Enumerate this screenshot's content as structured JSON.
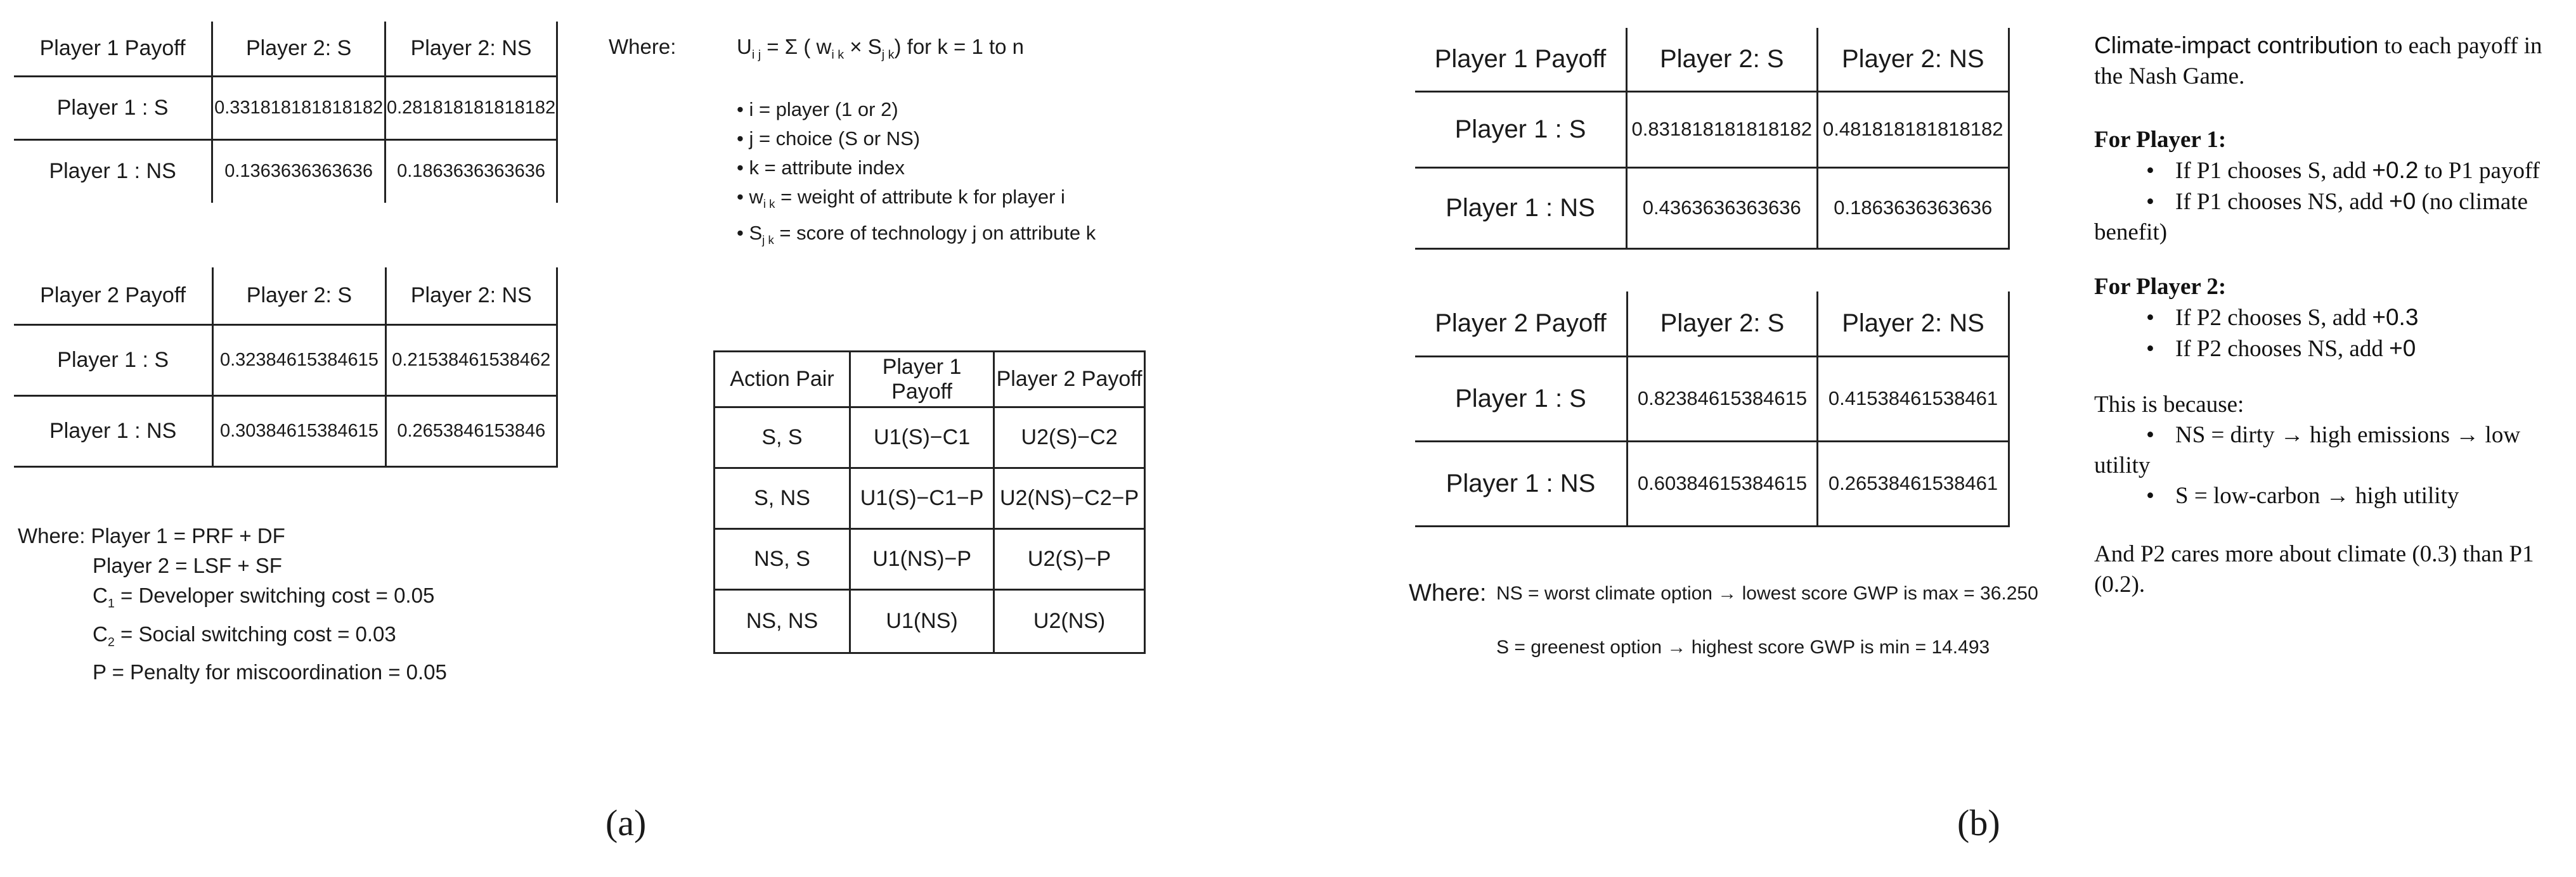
{
  "panel_a": {
    "table1": {
      "headers": [
        "Player 1 Payoff",
        "Player 2: S",
        "Player 2: NS"
      ],
      "rows": [
        [
          "Player 1 : S",
          "0.331818181818182",
          "0.281818181818182"
        ],
        [
          "Player 1 : NS",
          "0.1363636363636",
          "0.1863636363636"
        ]
      ]
    },
    "table2": {
      "headers": [
        "Player 2 Payoff",
        "Player 2: S",
        "Player 2: NS"
      ],
      "rows": [
        [
          "Player 1 : S",
          "0.32384615384615",
          "0.21538461538462"
        ],
        [
          "Player 1 : NS",
          "0.30384615384615",
          "0.2653846153846"
        ]
      ]
    },
    "where_defs": {
      "line1": "Where: Player 1 =  PRF + DF",
      "line2": "Player 2 =  LSF + SF",
      "c1_sym": "C",
      "c1_sub": "1",
      "c1_text": " = Developer switching cost = 0.05",
      "c2_sym": "C",
      "c2_sub": "2",
      "c2_text": " = Social switching cost = 0.03",
      "p_text": "P = Penalty for miscoordination = 0.05"
    },
    "formula": {
      "where": "Where:",
      "u": "U",
      "u_sub": "i j",
      "rest1": " = Σ ( w",
      "w_sub": "i k",
      "rest2": " × S",
      "s_sub": "j k",
      "rest3": ") for k = 1 to n",
      "bullets": [
        "• i = player (1 or 2)",
        "• j = choice (S or NS)",
        "• k = attribute index",
        "• w",
        "• S"
      ],
      "bullet4_sub": "i k",
      "bullet4_rest": " = weight of attribute k for player i",
      "bullet5_sub": "j k",
      "bullet5_rest": " = score of technology j on attribute k"
    },
    "table3": {
      "headers": [
        "Action Pair",
        "Player 1 Payoff",
        "Player 2 Payoff"
      ],
      "rows": [
        [
          "S, S",
          "U1(S)−C1",
          "U2(S)−C2"
        ],
        [
          "S, NS",
          "U1(S)−C1−P",
          "U2(NS)−C2−P"
        ],
        [
          "NS, S",
          "U1(NS)−P",
          "U2(S)−P"
        ],
        [
          "NS, NS",
          "U1(NS)",
          "U2(NS)"
        ]
      ]
    },
    "label": "(a)"
  },
  "panel_b": {
    "table1": {
      "headers": [
        "Player 1 Payoff",
        "Player 2: S",
        "Player 2: NS"
      ],
      "rows": [
        [
          "Player 1 : S",
          "0.831818181818182",
          "0.481818181818182"
        ],
        [
          "Player 1 : NS",
          "0.4363636363636",
          "0.1863636363636"
        ]
      ]
    },
    "table2": {
      "headers": [
        "Player 2 Payoff",
        "Player 2: S",
        "Player 2: NS"
      ],
      "rows": [
        [
          "Player 1 : S",
          "0.82384615384615",
          "0.41538461538461"
        ],
        [
          "Player 1 : NS",
          "0.60384615384615",
          "0.26538461538461"
        ]
      ]
    },
    "where": {
      "label": "Where:",
      "line1": "NS = worst climate option → lowest score GWP is max = 36.250",
      "line2": "S  = greenest option → highest score GWP is min = 14.493"
    },
    "notes": {
      "title_sans": "Climate-impact contribution",
      "title_serif": " to each payoff in",
      "title_line2": "the Nash Game.",
      "p1_head": "For Player 1:",
      "p1_b1_a": "If P1 chooses S, add ",
      "p1_b1_b": "+0.2",
      "p1_b1_c": " to P1 payoff",
      "p1_b2_a": "If P1 chooses NS, add ",
      "p1_b2_b": "+0",
      "p1_b2_c": " (no climate",
      "p1_b2_d": "benefit)",
      "p2_head": "For Player 2:",
      "p2_b1_a": "If P2 chooses S, add ",
      "p2_b1_b": "+0.3",
      "p2_b2_a": "If P2 chooses NS, add ",
      "p2_b2_b": "+0",
      "because": "This is because:",
      "b1a": "NS = dirty → high emissions → low",
      "b1b": "utility",
      "b2": "S = low-carbon → high utility",
      "final1": "And P2 cares more about climate (0.3) than P1",
      "final2": "(0.2)."
    },
    "label": "(b)"
  }
}
